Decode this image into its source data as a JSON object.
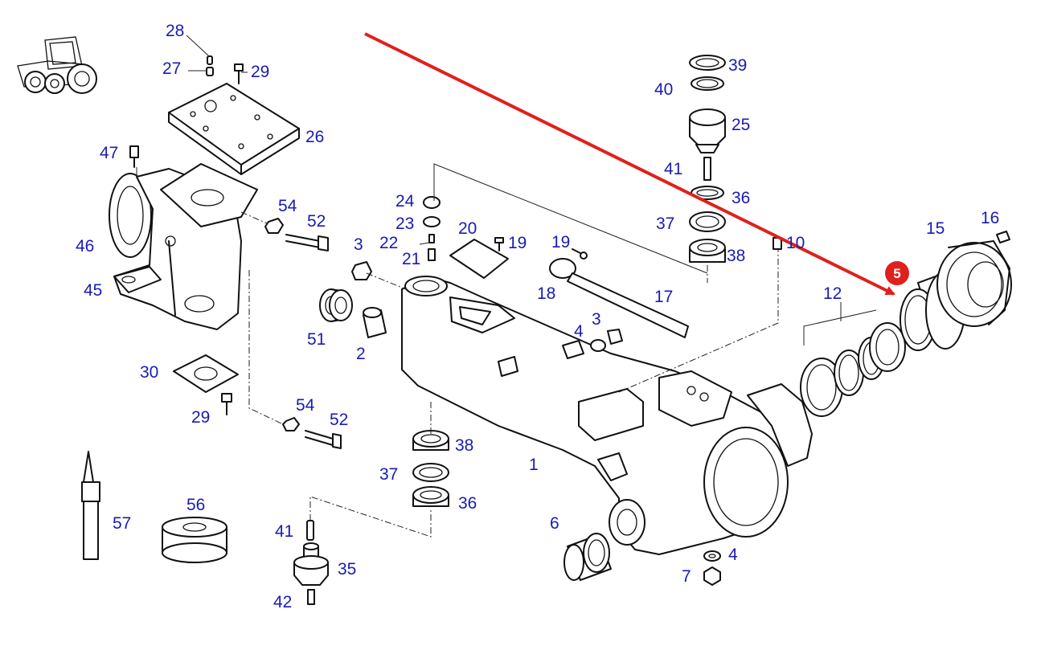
{
  "colors": {
    "label": "#1a1ab8",
    "pointer": "#e0201c",
    "badge": "#e0201c",
    "line": "#111111"
  },
  "icons": [
    "tractor-icon"
  ],
  "badge": {
    "label": "5"
  },
  "labels": [
    {
      "id": "l28",
      "text": "28"
    },
    {
      "id": "l27",
      "text": "27"
    },
    {
      "id": "l29a",
      "text": "29"
    },
    {
      "id": "l26",
      "text": "26"
    },
    {
      "id": "l47",
      "text": "47"
    },
    {
      "id": "l46",
      "text": "46"
    },
    {
      "id": "l45",
      "text": "45"
    },
    {
      "id": "l54a",
      "text": "54"
    },
    {
      "id": "l52a",
      "text": "52"
    },
    {
      "id": "l51",
      "text": "51"
    },
    {
      "id": "l2",
      "text": "2"
    },
    {
      "id": "l3a",
      "text": "3"
    },
    {
      "id": "l24",
      "text": "24"
    },
    {
      "id": "l23",
      "text": "23"
    },
    {
      "id": "l22",
      "text": "22"
    },
    {
      "id": "l21",
      "text": "21"
    },
    {
      "id": "l20",
      "text": "20"
    },
    {
      "id": "l19a",
      "text": "19"
    },
    {
      "id": "l19b",
      "text": "19"
    },
    {
      "id": "l18",
      "text": "18"
    },
    {
      "id": "l17",
      "text": "17"
    },
    {
      "id": "l4a",
      "text": "4"
    },
    {
      "id": "l3b",
      "text": "3"
    },
    {
      "id": "l39",
      "text": "39"
    },
    {
      "id": "l40",
      "text": "40"
    },
    {
      "id": "l25",
      "text": "25"
    },
    {
      "id": "l41a",
      "text": "41"
    },
    {
      "id": "l36a",
      "text": "36"
    },
    {
      "id": "l37a",
      "text": "37"
    },
    {
      "id": "l38a",
      "text": "38"
    },
    {
      "id": "l10",
      "text": "10"
    },
    {
      "id": "l12",
      "text": "12"
    },
    {
      "id": "l15",
      "text": "15"
    },
    {
      "id": "l16",
      "text": "16"
    },
    {
      "id": "l30",
      "text": "30"
    },
    {
      "id": "l29b",
      "text": "29"
    },
    {
      "id": "l54b",
      "text": "54"
    },
    {
      "id": "l52b",
      "text": "52"
    },
    {
      "id": "l38b",
      "text": "38"
    },
    {
      "id": "l37b",
      "text": "37"
    },
    {
      "id": "l36b",
      "text": "36"
    },
    {
      "id": "l1",
      "text": "1"
    },
    {
      "id": "l57",
      "text": "57"
    },
    {
      "id": "l56",
      "text": "56"
    },
    {
      "id": "l41b",
      "text": "41"
    },
    {
      "id": "l35",
      "text": "35"
    },
    {
      "id": "l42",
      "text": "42"
    },
    {
      "id": "l6",
      "text": "6"
    },
    {
      "id": "l4b",
      "text": "4"
    },
    {
      "id": "l7",
      "text": "7"
    }
  ]
}
